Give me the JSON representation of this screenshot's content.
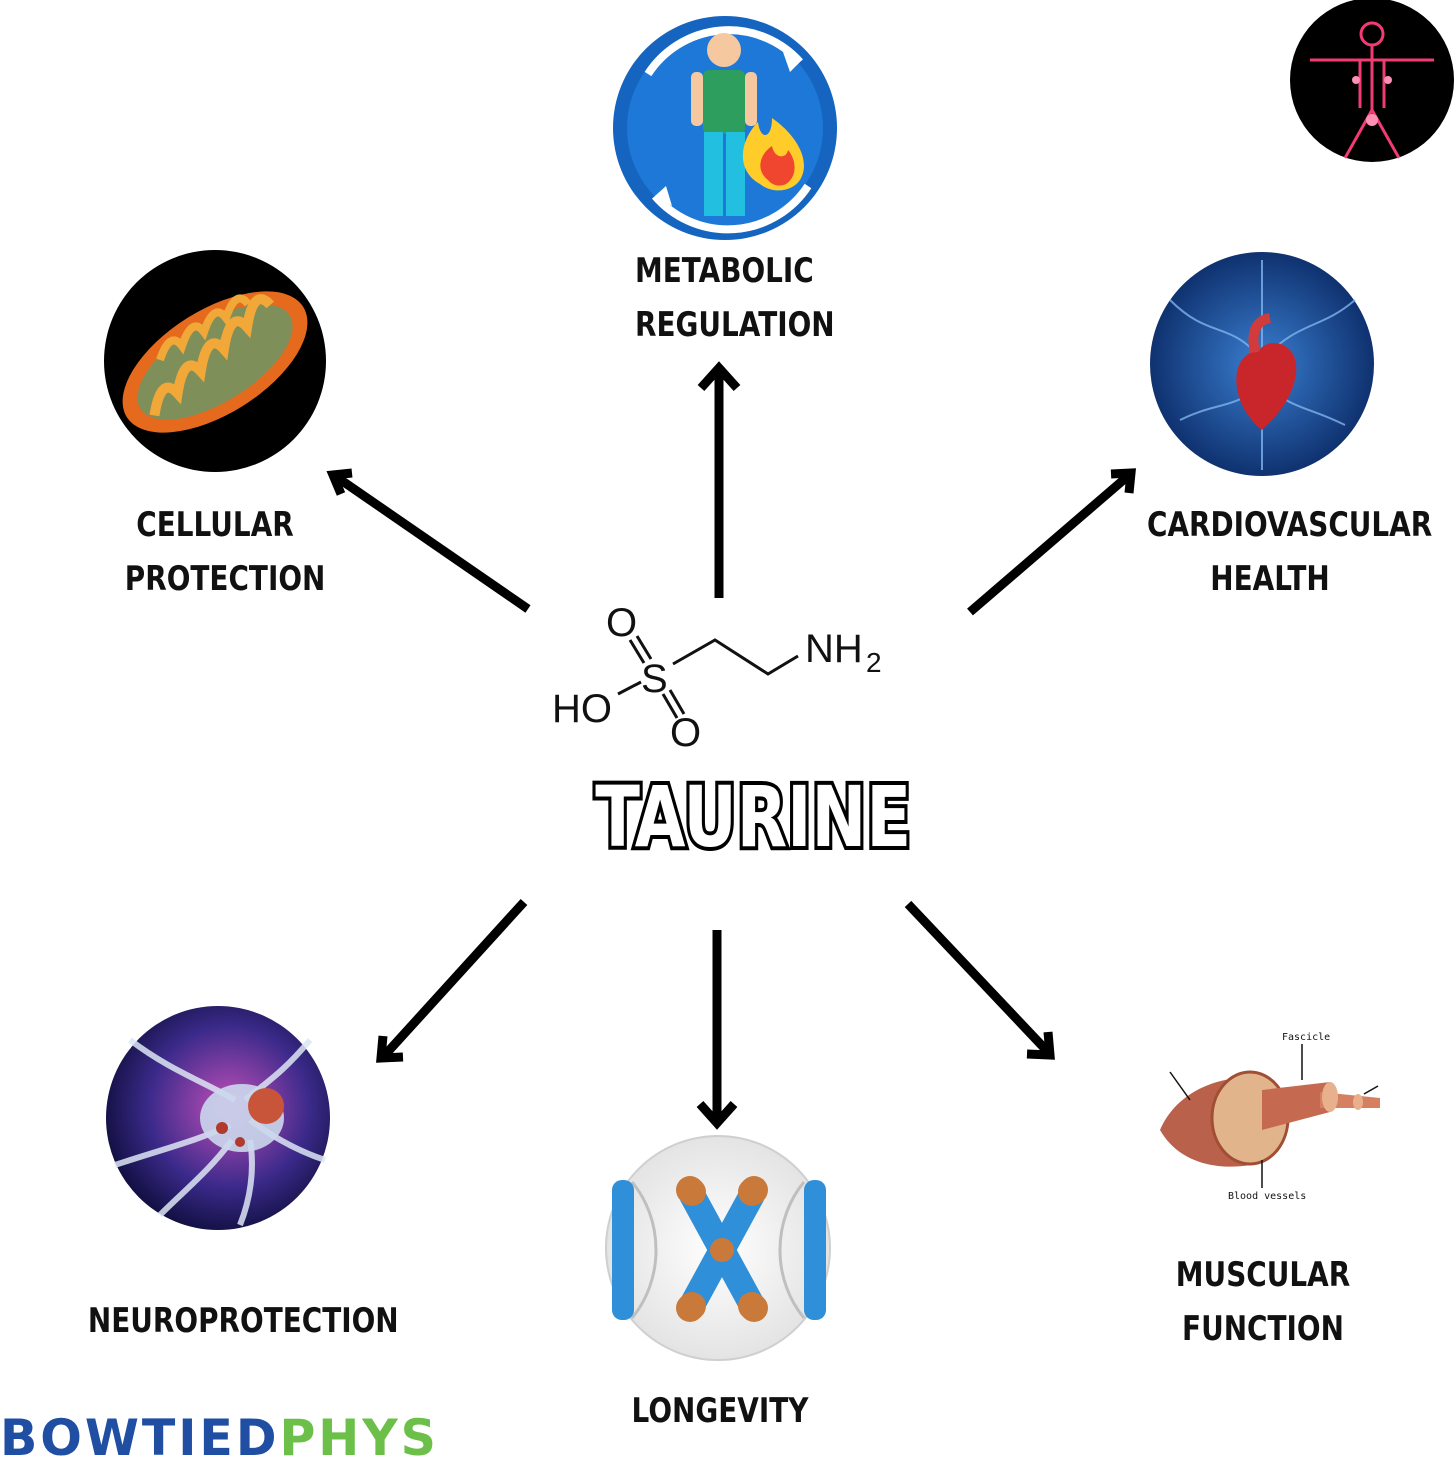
{
  "title": "TAURINE",
  "molecule": {
    "o_top": "O",
    "s": "S",
    "ho": "HO",
    "o_bottom": "O",
    "nh": "NH",
    "sub2": "2"
  },
  "benefits": {
    "metabolic": [
      "METABOLIC",
      "REGULATION"
    ],
    "cellular": [
      "CELLULAR",
      "PROTECTION"
    ],
    "cardio": [
      "CARDIOVASCULAR",
      "HEALTH"
    ],
    "neuro": [
      "NEUROPROTECTION"
    ],
    "longevity": [
      "LONGEVITY"
    ],
    "muscular": [
      "MUSCULAR",
      "FUNCTION"
    ]
  },
  "muscle_labels": {
    "fascicle": "Fascicle",
    "blood_vessels": "Blood vessels"
  },
  "logo": {
    "part1": "BOWTIED",
    "part2": "PHYS"
  },
  "icons": {
    "metabolic": "person-flame-icon",
    "cellular": "mitochondrion-icon",
    "cardio": "heart-icon",
    "neuro": "neuron-icon",
    "longevity": "chromosome-icon",
    "muscular": "muscle-fiber-icon",
    "corner": "vitruvian-body-icon"
  },
  "colors": {
    "logo_blue": "#1f4ea3",
    "logo_green": "#6cc04a"
  }
}
